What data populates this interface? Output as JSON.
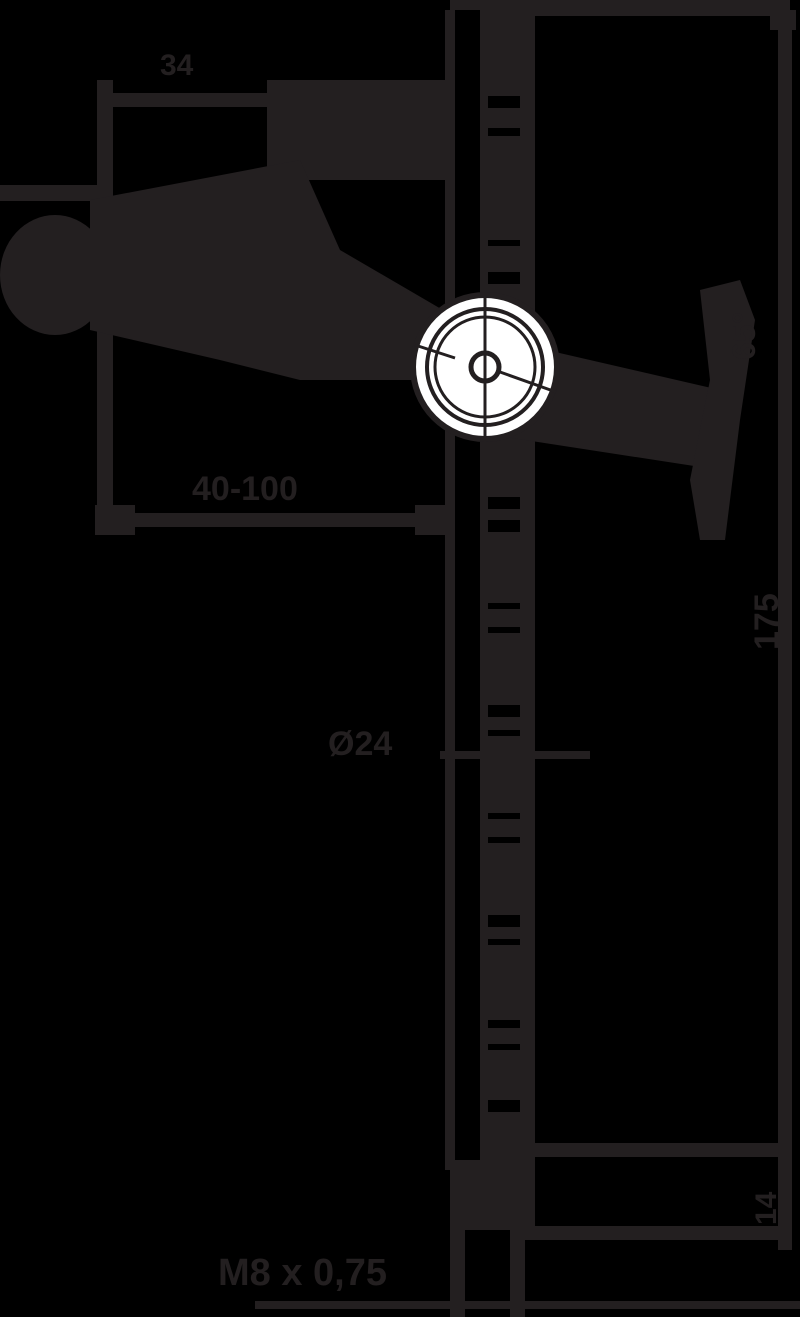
{
  "drawing": {
    "background": "#000000",
    "line_color": "#231f20",
    "highlight_color": "#ffffff",
    "dimensions": {
      "top_width": "34",
      "holder_projection": "40-100",
      "rail_diameter": "Ø24",
      "total_height": "175",
      "bottom_height": "14",
      "thread": "M8 x 0,75",
      "angle": "65°"
    }
  }
}
